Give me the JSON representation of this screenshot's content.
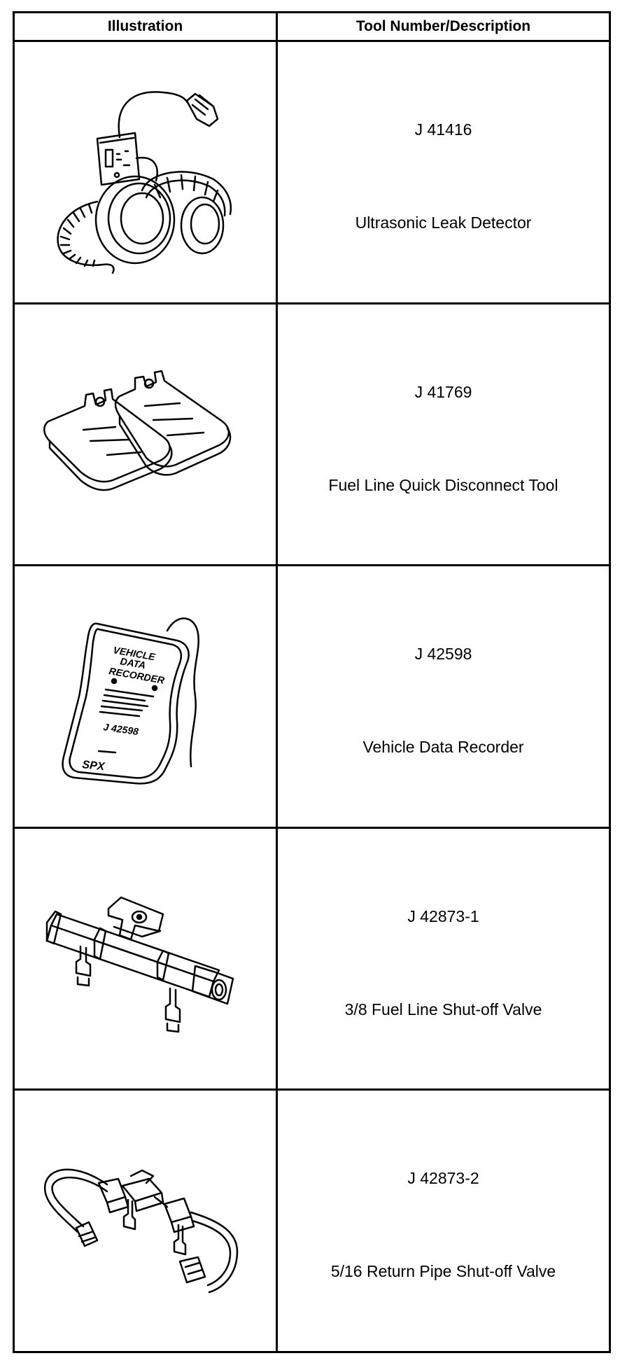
{
  "header": {
    "illustration": "Illustration",
    "tool": "Tool Number/Description"
  },
  "rows": [
    {
      "number": "J 41416",
      "description": "Ultrasonic Leak Detector",
      "icon": "ultrasonic-leak-detector-illustration"
    },
    {
      "number": "J 41769",
      "description": "Fuel Line Quick Disconnect Tool",
      "icon": "quick-disconnect-tool-illustration"
    },
    {
      "number": "J 42598",
      "description": "Vehicle Data Recorder",
      "icon": "vehicle-data-recorder-illustration"
    },
    {
      "number": "J 42873-1",
      "description": "3/8 Fuel Line Shut-off Valve",
      "icon": "fuel-line-shutoff-valve-illustration"
    },
    {
      "number": "J 42873-2",
      "description": "5/16 Return Pipe Shut-off Valve",
      "icon": "return-pipe-shutoff-valve-illustration"
    }
  ],
  "recorder_device": {
    "line1": "VEHICLE",
    "line2": "DATA",
    "line3": "RECORDER",
    "part": "J 42598",
    "brand": "SPX"
  }
}
